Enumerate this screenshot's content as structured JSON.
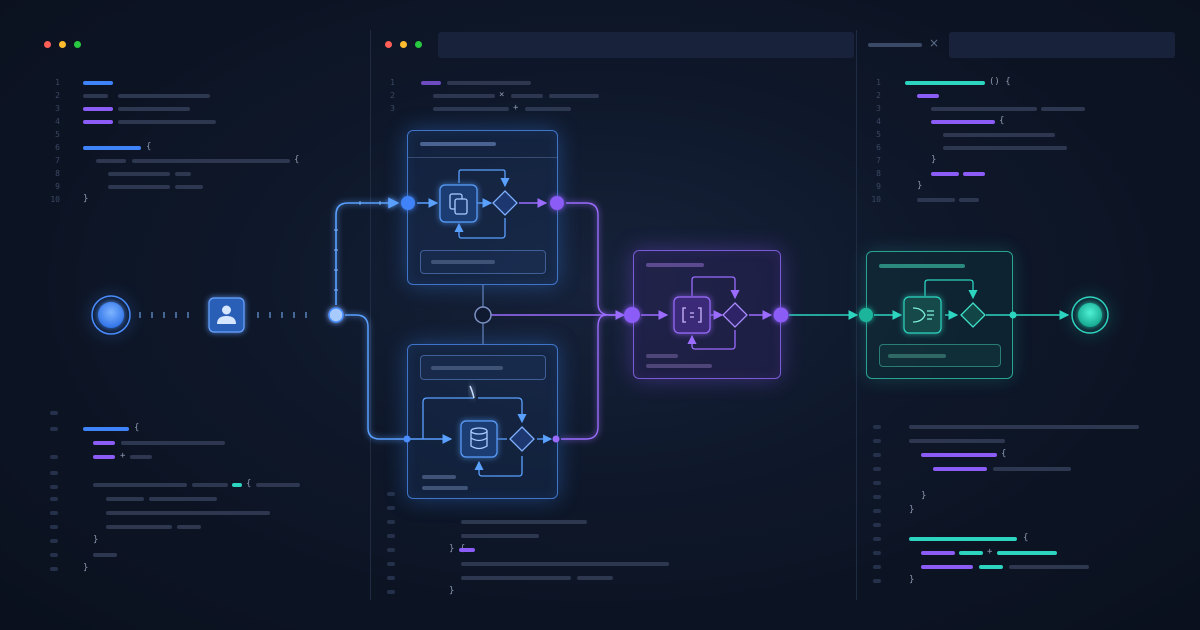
{
  "colors": {
    "background": "#0b1120",
    "blue": "#4a8dff",
    "purple": "#8b5cf6",
    "teal": "#2dd4bf",
    "window_red": "#ff5f57",
    "window_yellow": "#febc2e",
    "window_green": "#28c840"
  },
  "editors": {
    "left": {
      "line_numbers_top": [
        "1",
        "2",
        "3",
        "4",
        "5",
        "6",
        "7",
        "8",
        "9",
        "10"
      ],
      "open_brace": "{",
      "close_brace": "}",
      "bottom_braces": [
        "{",
        "+",
        "{",
        "}",
        "}"
      ]
    },
    "middle": {
      "line_numbers_top": [
        "1",
        "2",
        "3"
      ],
      "operator": "×",
      "operator2": "+",
      "bottom_braces": [
        "} {",
        "}"
      ]
    },
    "right": {
      "tab_close": "×",
      "line_numbers_top": [
        "1",
        "2",
        "3",
        "4",
        "5",
        "6",
        "7",
        "8",
        "9",
        "10"
      ],
      "header_braces": "() {",
      "brace_open": "{",
      "brace_close": "}",
      "bottom_braces": [
        "{",
        "}",
        "}",
        "{",
        "+",
        "}"
      ]
    }
  },
  "diagram": {
    "icons": {
      "user": "user-icon",
      "database_copy": "database-copy-icon",
      "database": "database-icon",
      "bracket": "bracket-icon",
      "merge": "merge-icon"
    },
    "nodes": [
      "start",
      "user-task",
      "split-gateway",
      "db-process-a",
      "decision-a",
      "merge-purple",
      "db-process-b",
      "decision-b",
      "bracket-process",
      "decision-c",
      "merge-teal",
      "decision-d",
      "end"
    ]
  }
}
